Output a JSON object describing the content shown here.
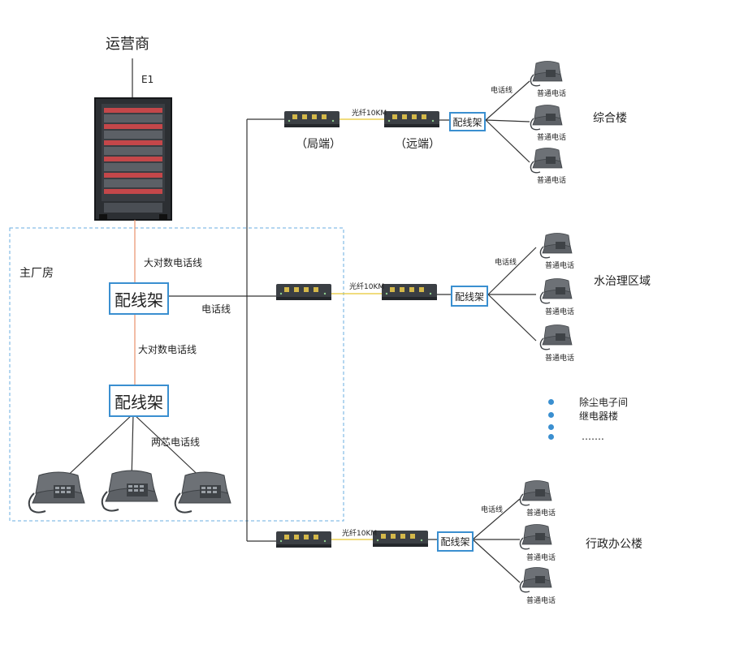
{
  "carrier": "运营商",
  "e1": "E1",
  "main_room": {
    "label": "主厂房",
    "frame_top": "配线架",
    "frame_bottom": "配线架",
    "cable_upper": "大对数电话线",
    "cable_lower": "大对数电话线",
    "phone_cable": "电话线",
    "two_core_cable": "两芯电话线"
  },
  "branch_top": {
    "local_label": "（局端）",
    "remote_label": "（远端）",
    "fiber_label": "光纤10KM",
    "frame": "配线架",
    "phone_line": "电话线",
    "building": "综合楼",
    "phones": [
      "普通电话",
      "普通电话",
      "普通电话"
    ]
  },
  "branch_middle": {
    "fiber_label": "光纤10KM",
    "frame": "配线架",
    "phone_line": "电话线",
    "building": "水治理区域",
    "phones": [
      "普通电话",
      "普通电话",
      "普通电话"
    ]
  },
  "branch_bottom": {
    "fiber_label": "光纤10KM",
    "frame": "配线架",
    "phone_line": "电话线",
    "building": "行政办公楼",
    "phones": [
      "普通电话",
      "普通电话",
      "普通电话"
    ]
  },
  "other_locations": [
    "除尘电子间",
    "继电器楼",
    "……."
  ],
  "colors": {
    "frame_border": "#3a8fd0",
    "fiber": "#e8c830",
    "trunk": "#e8916a",
    "dashed_area": "#6aaee0"
  }
}
